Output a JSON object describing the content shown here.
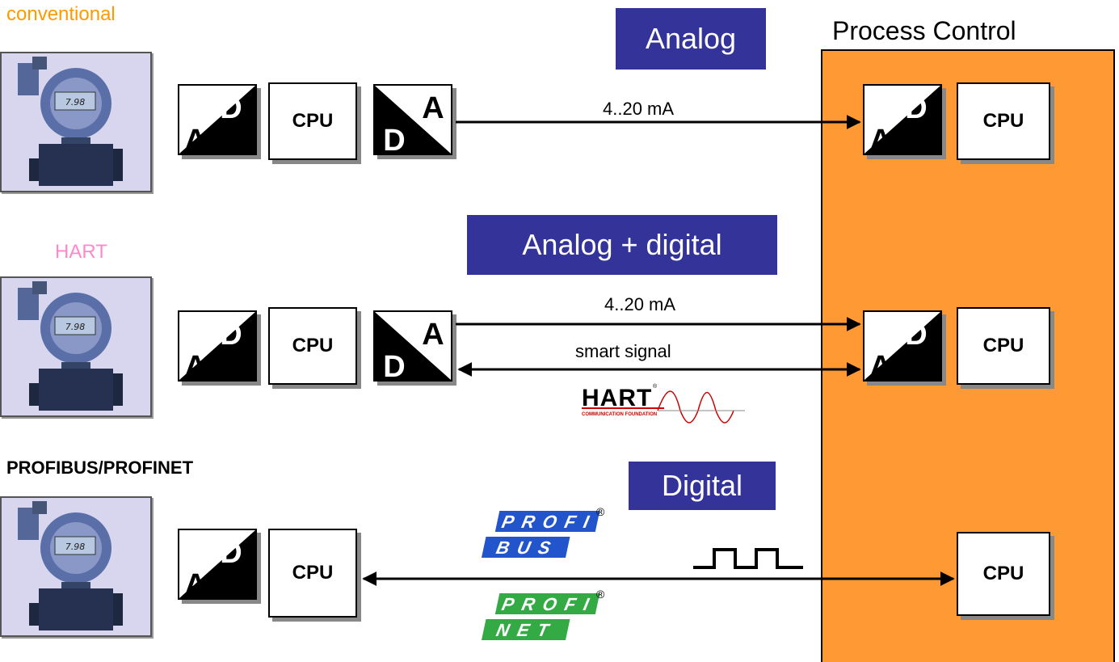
{
  "sections": {
    "conventional": {
      "label": "conventional",
      "color": "#ff9900"
    },
    "hart": {
      "label": "HART",
      "color": "#ff88cc"
    },
    "profibus": {
      "label": "PROFIBUS/PROFINET",
      "color": "#000000"
    }
  },
  "titles": {
    "analog": "Analog",
    "analog_digital": "Analog + digital",
    "digital": "Digital"
  },
  "process_control": {
    "title": "Process Control",
    "color": "#ff9933"
  },
  "cpu_label": "CPU",
  "converter": {
    "a": "A",
    "d": "D"
  },
  "device": {
    "display_value": "7.98"
  },
  "signals": {
    "row1": "4..20 mA",
    "row2_analog": "4..20 mA",
    "row2_smart": "smart signal"
  },
  "logos": {
    "hart_text": "HART",
    "hart_sub": "COMMUNICATION FOUNDATION",
    "profibus_top": "PROFI",
    "profibus_bottom": "BUS",
    "profinet_top": "PROFI",
    "profinet_bottom": "NET",
    "registered": "®"
  },
  "colors": {
    "title_bg": "#333399",
    "profibus_blue": "#2255cc",
    "profinet_green": "#33aa44"
  }
}
